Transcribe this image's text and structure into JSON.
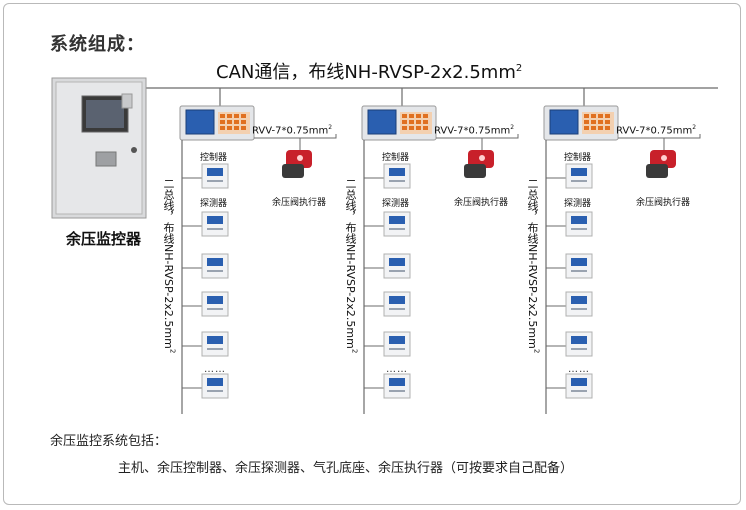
{
  "title": "系统组成：",
  "bus_label": "CAN通信，布线NH-RVSP-2x2.5mm",
  "bus_label_sup": "2",
  "monitor_label": "余压监控器",
  "controller_label": "控制器",
  "rvv_label": "RVV-7*0.75mm",
  "rvv_sup": "2",
  "actuator_label": "余压阀执行器",
  "detector_label": "探测器",
  "branch_label": "二总线，布线NH-RVSP-2x2.5mm",
  "branch_sup": "2",
  "dots": "……",
  "summary_title": "余压监控系统包括：",
  "summary_body": "主机、余压控制器、余压探测器、气孔底座、余压执行器（可按要求自己配备）",
  "colors": {
    "line": "#6b6b6b",
    "cabinet": "#d9dadc",
    "screen": "#2a5fb0",
    "keypad": "#e07020",
    "actuator": "#c8202a"
  }
}
